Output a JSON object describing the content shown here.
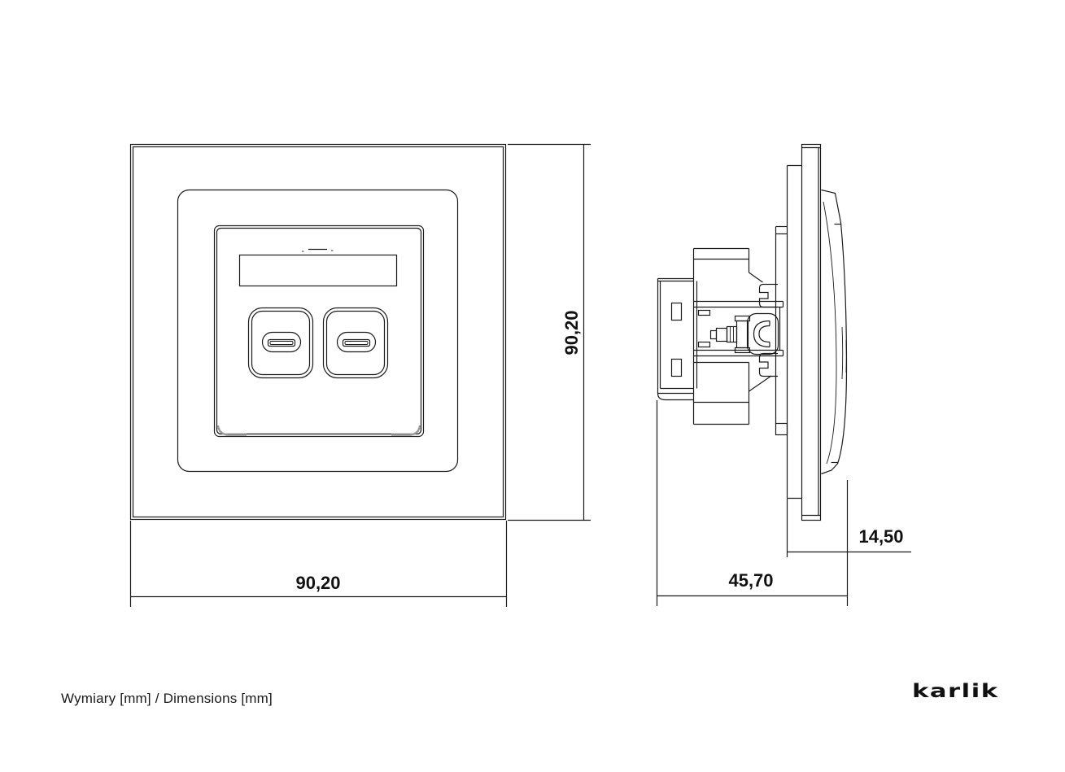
{
  "drawing": {
    "front_view": {
      "width_mm": "90,20",
      "height_mm": "90,20"
    },
    "side_view": {
      "depth_mm": "45,70",
      "faceplate_offset_mm": "14,50"
    }
  },
  "caption": "Wymiary [mm] / Dimensions [mm]",
  "brand_logo": "karlik",
  "colors": {
    "line": "#1a1a1a",
    "background": "#ffffff",
    "shade": "#9a9a9a"
  }
}
